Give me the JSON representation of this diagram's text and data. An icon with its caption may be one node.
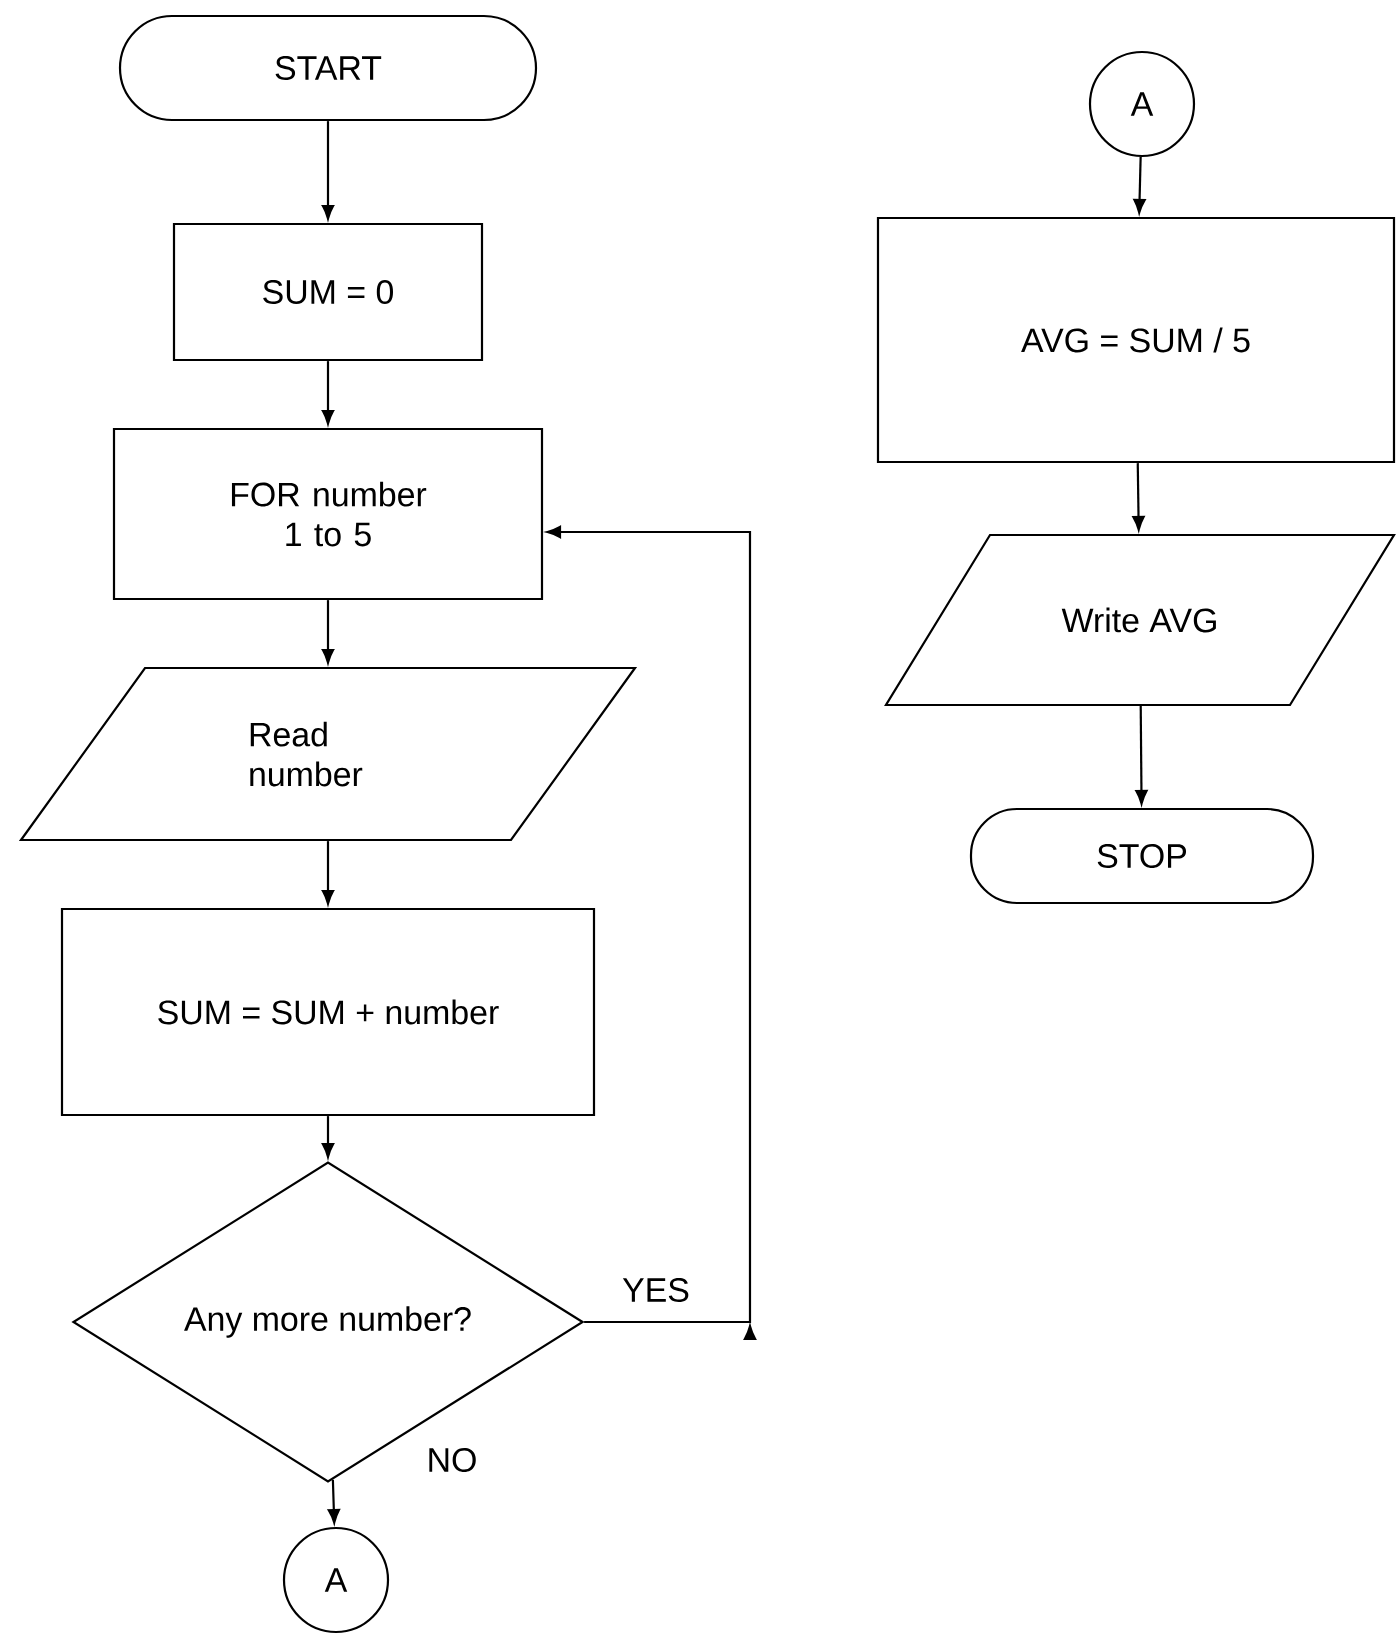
{
  "diagram": {
    "nodes": [
      {
        "text": [
          "START"
        ]
      },
      {
        "text": [
          "SUM = 0"
        ]
      },
      {
        "text": [
          "FOR number 1 to 5"
        ]
      },
      {
        "text": [
          "Read number"
        ]
      },
      {
        "text": [
          "SUM = SUM + number"
        ]
      },
      {
        "text": [
          "Any more number?"
        ]
      },
      {
        "text": [
          "A"
        ]
      },
      {
        "text": [
          "A"
        ]
      },
      {
        "text": [
          "AVG = SUM / 5"
        ]
      },
      {
        "text": [
          "Write AVG"
        ]
      },
      {
        "text": [
          "STOP"
        ]
      }
    ],
    "edges": [
      {
        "from": 0,
        "to": 1,
        "arrow": "to"
      },
      {
        "from": 1,
        "to": 2,
        "arrow": "to"
      },
      {
        "from": 2,
        "to": 3,
        "arrow": "to"
      },
      {
        "from": 3,
        "to": 4,
        "arrow": "to"
      },
      {
        "from": 4,
        "to": 5,
        "arrow": "to"
      },
      {
        "from": 5,
        "to": 2,
        "arrow": "to",
        "label": "YES"
      },
      {
        "from": 5,
        "to": 6,
        "arrow": "to",
        "label": "NO"
      },
      {
        "from": 7,
        "to": 8,
        "arrow": "to"
      },
      {
        "from": 8,
        "to": 9,
        "arrow": "to"
      },
      {
        "from": 9,
        "to": 10,
        "arrow": "to"
      }
    ]
  }
}
